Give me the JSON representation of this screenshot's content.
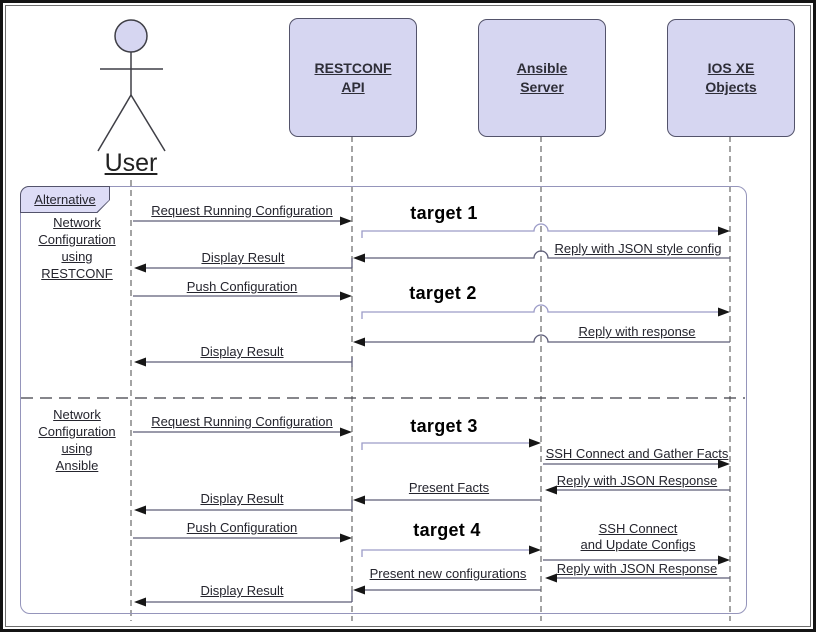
{
  "colors": {
    "box-fill": "#d6d6f1",
    "box-border": "#53536b",
    "frame-border": "#9595bb",
    "line": "#5d5d78",
    "target-line": "#9c9cc8",
    "arrow": "#161616",
    "text": "#25252e",
    "lifeline": "#5a5a5a"
  },
  "actor": {
    "name": "User"
  },
  "participants": [
    {
      "line1": "RESTCONF",
      "line2": "API"
    },
    {
      "line1": "Ansible",
      "line2": "Server"
    },
    {
      "line1": "IOS XE",
      "line2": "Objects"
    }
  ],
  "frame": {
    "operator": "Alternative"
  },
  "sections": [
    {
      "caption": [
        "Network",
        "Configuration",
        "using",
        "RESTCONF"
      ]
    },
    {
      "caption": [
        "Network",
        "Configuration",
        "using",
        "Ansible"
      ]
    }
  ],
  "messages": {
    "request_running_config_1": "Request Running Configuration",
    "target1": "target 1",
    "reply_json_style_config": "Reply with JSON style config",
    "display_result_1": "Display Result",
    "push_config_1": "Push Configuration",
    "target2": "target 2",
    "reply_with_response": "Reply with response",
    "display_result_2": "Display Result",
    "request_running_config_2": "Request Running Configuration",
    "target3": "target 3",
    "ssh_connect_gather_facts": "SSH Connect and Gather Facts",
    "reply_json_response_1": "Reply with JSON Response",
    "present_facts": "Present Facts",
    "display_result_3": "Display Result",
    "push_config_2": "Push Configuration",
    "target4": "target 4",
    "ssh_update_line1": "SSH Connect",
    "ssh_update_line2": "and Update Configs",
    "reply_json_response_2": "Reply with JSON Response",
    "present_new_configs": "Present new configurations",
    "display_result_4": "Display Result"
  }
}
